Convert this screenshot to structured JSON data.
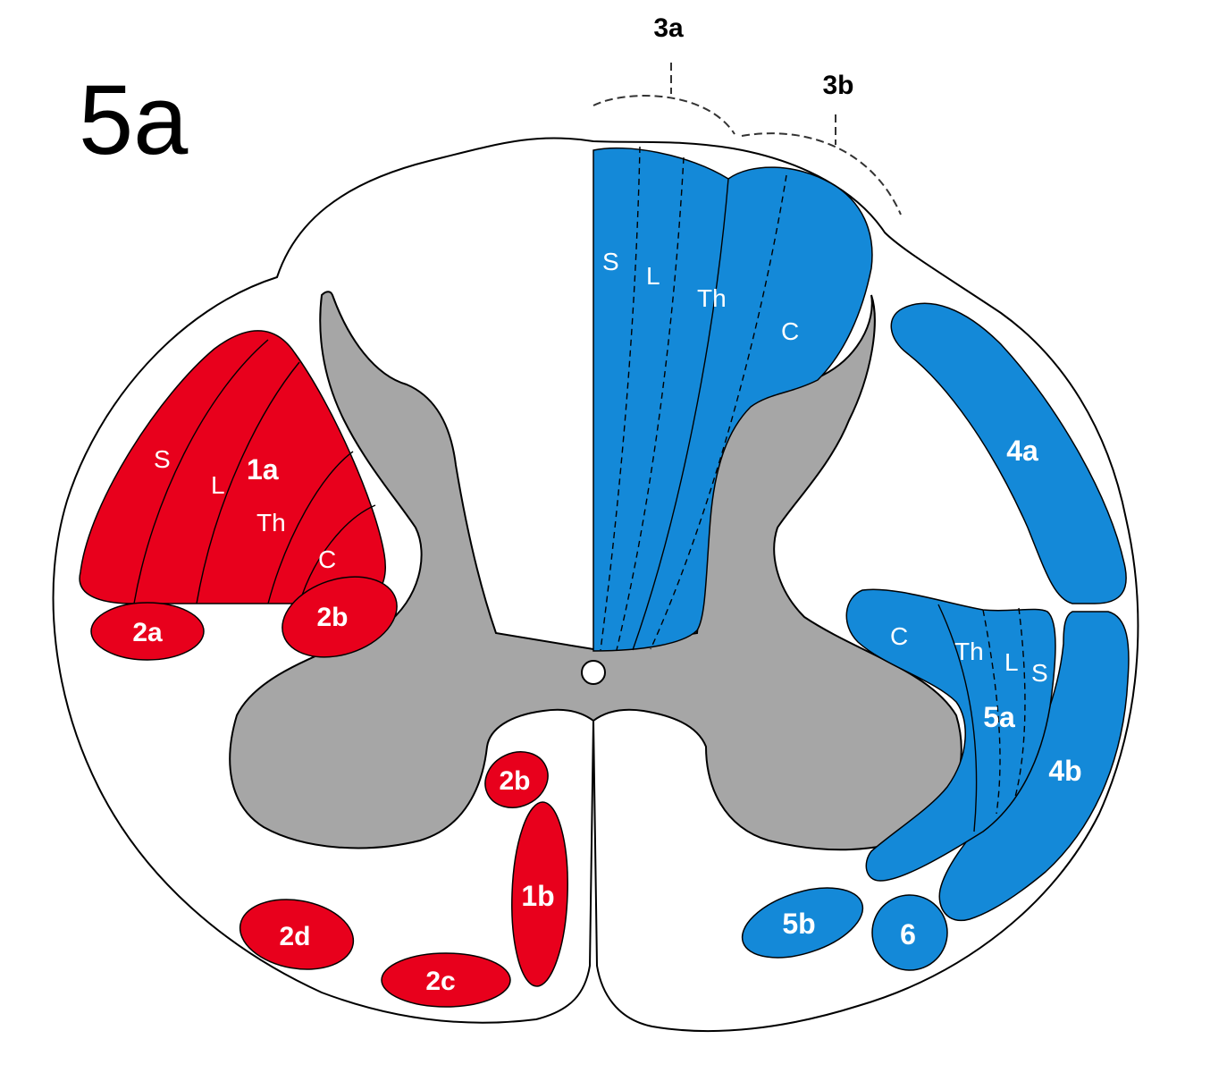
{
  "figure_label": "5a",
  "colors": {
    "motor_red": "#e8001c",
    "sensory_blue": "#1489d8",
    "gray_matter": "#a6a6a6",
    "outline": "#000000"
  },
  "top_labels": {
    "fasciculus_gracilis": "3a",
    "fasciculus_cuneatus": "3b"
  },
  "red_tracts": {
    "lateral_corticospinal": {
      "label": "1a",
      "segments": [
        "S",
        "L",
        "Th",
        "C"
      ]
    },
    "tract_2a": "2a",
    "tract_2b_lateral": "2b",
    "tract_2b_medial": "2b",
    "anterior_corticospinal": "1b",
    "tract_2c": "2c",
    "tract_2d": "2d"
  },
  "blue_tracts": {
    "dorsal_column_segments": [
      "S",
      "L",
      "Th",
      "C"
    ],
    "tract_4a": "4a",
    "tract_4b": "4b",
    "spinothalamic": {
      "label": "5a",
      "segments": [
        "C",
        "Th",
        "L",
        "S"
      ]
    },
    "tract_5b": "5b",
    "tract_6": "6"
  }
}
